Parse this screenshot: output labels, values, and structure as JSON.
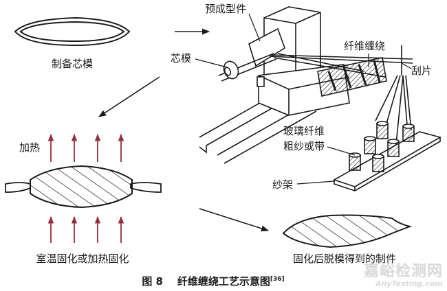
{
  "labels": {
    "prepare_mandrel": "制备芯模",
    "heating": "加热",
    "cure": "室温固化或加热固化",
    "final_part": "固化后脱模得到的制件",
    "preform": "预成型件",
    "mandrel": "芯模",
    "winding": "纤维缠绕",
    "scraper": "刮片",
    "glass_fiber_line1": "玻璃纤维",
    "glass_fiber_line2": "粗纱或带",
    "creel": "纱架"
  },
  "caption": {
    "figure_no": "图 8",
    "title": "纤维缠绕工艺示意图",
    "ref": "[36]"
  },
  "watermark": {
    "cn": "嘉峪检测网",
    "en": "AnyTesting.com"
  },
  "colors": {
    "line": "#1a1a1a",
    "heat_arrow": "#9b2d3a",
    "watermark": "#d9d9d9"
  },
  "icons": [
    "arrow-right-icon",
    "arrow-down-left-icon",
    "arrow-down-right-icon",
    "heat-arrow-icon"
  ]
}
